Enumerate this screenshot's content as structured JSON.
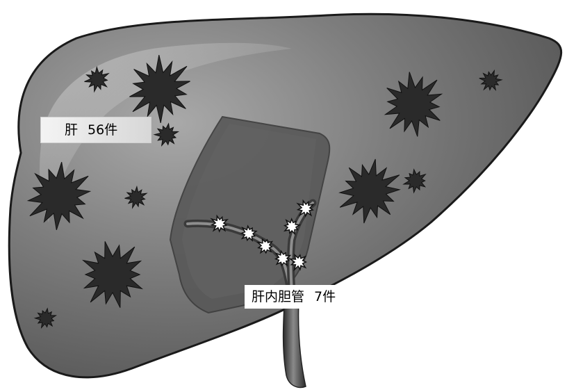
{
  "labels": {
    "liver": {
      "name": "肝",
      "count": "56件"
    },
    "intrahepatic_duct": {
      "name": "肝内胆管",
      "count": "7件"
    }
  },
  "colors": {
    "liver_fill": "#7a7a7a",
    "liver_shadow": "#4a4a4a",
    "lesion_fill": "#2a2a2a",
    "duct_lesion_fill": "#ffffff",
    "duct_fill": "#3c3c3c"
  }
}
